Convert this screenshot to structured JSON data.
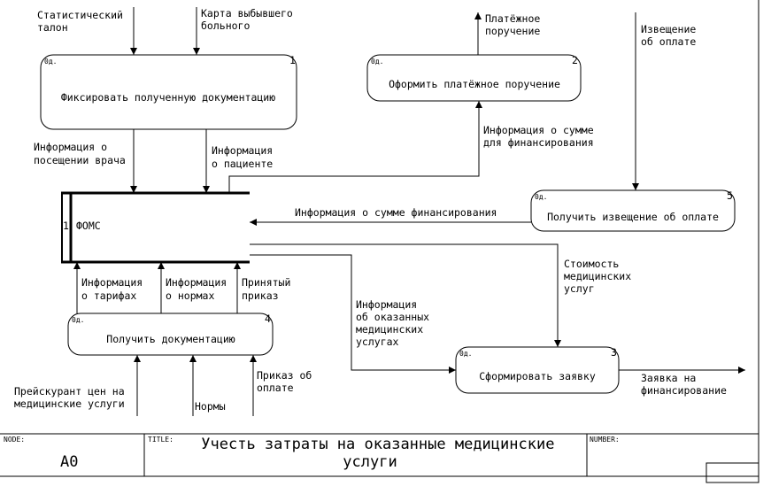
{
  "diagram": {
    "colors": {
      "line": "#000000",
      "background": "#ffffff"
    },
    "boxes": {
      "b1": {
        "title": "Фиксировать полученную документацию",
        "number": "1",
        "marker": "0д."
      },
      "b2": {
        "title": "Оформить платёжное поручение",
        "number": "2",
        "marker": "0д."
      },
      "b3": {
        "title": "Сформировать заявку",
        "number": "3",
        "marker": "0д."
      },
      "b4": {
        "title": "Получить документацию",
        "number": "4",
        "marker": "0д."
      },
      "b5": {
        "title": "Получить извещение об оплате",
        "number": "5",
        "marker": "0д."
      }
    },
    "store": {
      "number": "1",
      "name": "ФОМС"
    },
    "labels": {
      "stat_talon": [
        "Статистический",
        "талон"
      ],
      "karta": [
        "Карта выбывшего",
        "больного"
      ],
      "platezh": [
        "Платёжное",
        "поручение"
      ],
      "izveshchenie": [
        "Извещение",
        "об оплате"
      ],
      "info_posesh": [
        "Информация о",
        "посещении врача"
      ],
      "info_pacient": [
        "Информация",
        "о пациенте"
      ],
      "info_summe_fin": [
        "Информация о сумме",
        "для финансирования"
      ],
      "info_summe_fin2": "Информация о сумме финансирования",
      "stoimost": [
        "Стоимость",
        "медицинских",
        "услуг"
      ],
      "info_tarif": [
        "Информация",
        "о тарифах"
      ],
      "info_normah": [
        "Информация",
        "о нормах"
      ],
      "prinyat_prikaz": [
        "Принятый",
        "приказ"
      ],
      "info_okaz": [
        "Информация",
        "об оказанных",
        "медицинских",
        "услугах"
      ],
      "preyskurant": [
        "Прейскурант цен на",
        "медицинские услуги"
      ],
      "normy": "Нормы",
      "prikaz_oplate": [
        "Приказ об",
        "оплате"
      ],
      "zayavka": [
        "Заявка на",
        "финансирование"
      ]
    },
    "footer": {
      "node_label": "NODE:",
      "node_value": "A0",
      "title_label": "TITLE:",
      "title_lines": [
        "Учесть затраты на оказанные медицинские",
        "услуги"
      ],
      "number_label": "NUMBER:"
    }
  }
}
